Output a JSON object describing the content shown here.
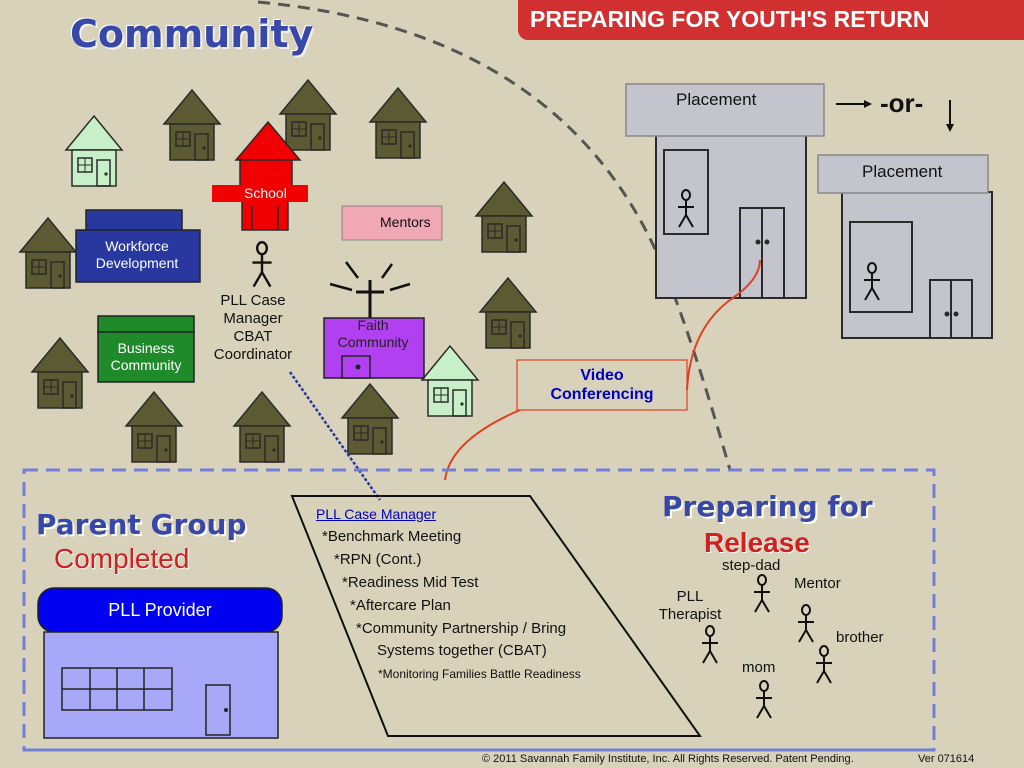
{
  "title": "Community",
  "banner": "PREPARING FOR YOUTH'S RETURN",
  "placement_top": "Placement",
  "or_label": "-or-",
  "placement_right": "Placement",
  "school": "School",
  "mentors": "Mentors",
  "workforce": "Workforce Development",
  "business": "Business Community",
  "pll_coordinator": "PLL Case Manager CBAT Coordinator",
  "faith": "Faith Community",
  "video": "Video Conferencing",
  "parent_group": "Parent Group",
  "completed": "Completed",
  "pll_provider": "PLL Provider",
  "case_manager": {
    "heading": "PLL Case Manager",
    "items": [
      "*Benchmark Meeting",
      "*RPN (Cont.)",
      "*Readiness Mid Test",
      "*Aftercare Plan",
      "*Community Partnership / Bring",
      "Systems together (CBAT)",
      "*Monitoring Families Battle Readiness"
    ]
  },
  "preparing_for": "Preparing for",
  "release": "Release",
  "family": {
    "stepdad": "step-dad",
    "mentor": "Mentor",
    "therapist": "PLL Therapist",
    "brother": "brother",
    "mom": "mom"
  },
  "footer": "© 2011 Savannah Family Institute, Inc. All Rights Reserved. Patent Pending.",
  "version": "Ver 071614",
  "colors": {
    "background": "#d8d2bb",
    "house_olive": "#5c5a32",
    "house_mint": "#c8f0c8",
    "school_red": "#f00000",
    "workforce_navy": "#2838a0",
    "business_green": "#1e8a2a",
    "mentors_pink": "#f0a8b4",
    "faith_purple": "#b040f0",
    "provider_blue": "#0000f0",
    "placement_grey": "#c4c4cc",
    "banner_red": "#d03030",
    "title_blue": "#3848a8"
  }
}
